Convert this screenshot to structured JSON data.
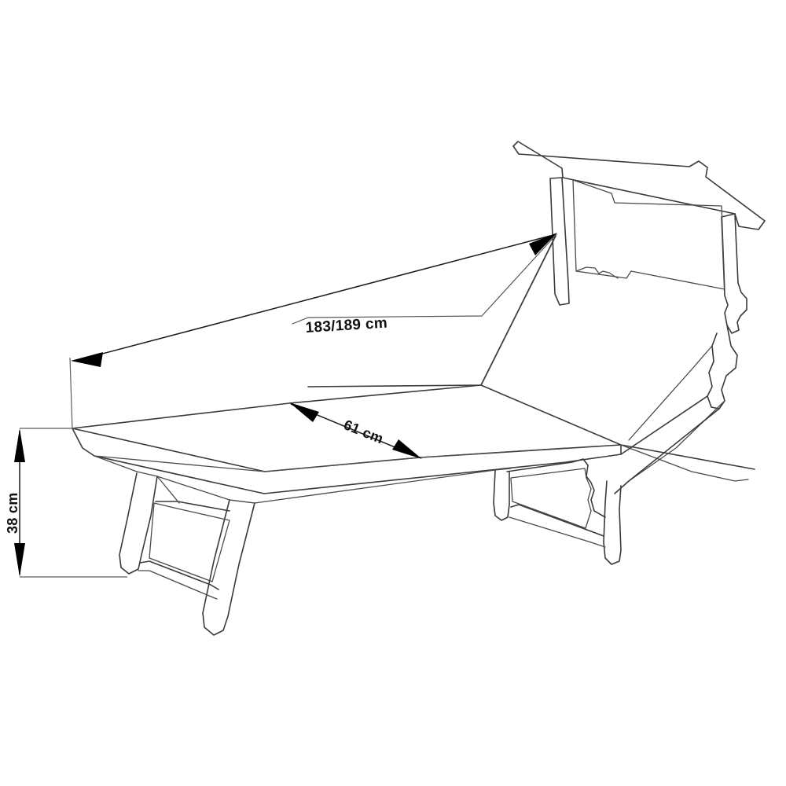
{
  "drawing": {
    "title": "Sun lounger technical dimension drawing",
    "subject": "outdoor-sun-lounger",
    "view": "isometric-perspective",
    "background_color": "#ffffff",
    "line_color": "#3a3a3a",
    "dimension_color": "#111111"
  },
  "dimensions": {
    "length": {
      "label": "183/189 cm",
      "value_text": "183/189",
      "unit": "cm",
      "orientation": "diagonal-horizontal",
      "measures": "overall-length-backrest-to-foot",
      "arrow_style": "single-head-both-ends"
    },
    "width": {
      "label": "61 cm",
      "value_text": "61",
      "unit": "cm",
      "orientation": "diagonal",
      "measures": "seat-width",
      "arrow_style": "double-head"
    },
    "height": {
      "label": "38 cm",
      "value_text": "38",
      "unit": "cm",
      "orientation": "vertical",
      "measures": "seat-height-from-ground",
      "arrow_style": "double-head"
    }
  },
  "parts": {
    "canopy": "canopy-shade-panel",
    "backrest": "adjustable-backrest-frame",
    "seat": "seat-mattress-surface",
    "front_legs": "front-leg-assembly",
    "rear_legs": "rear-leg-assembly",
    "hinge": "backrest-recline-hinge"
  }
}
